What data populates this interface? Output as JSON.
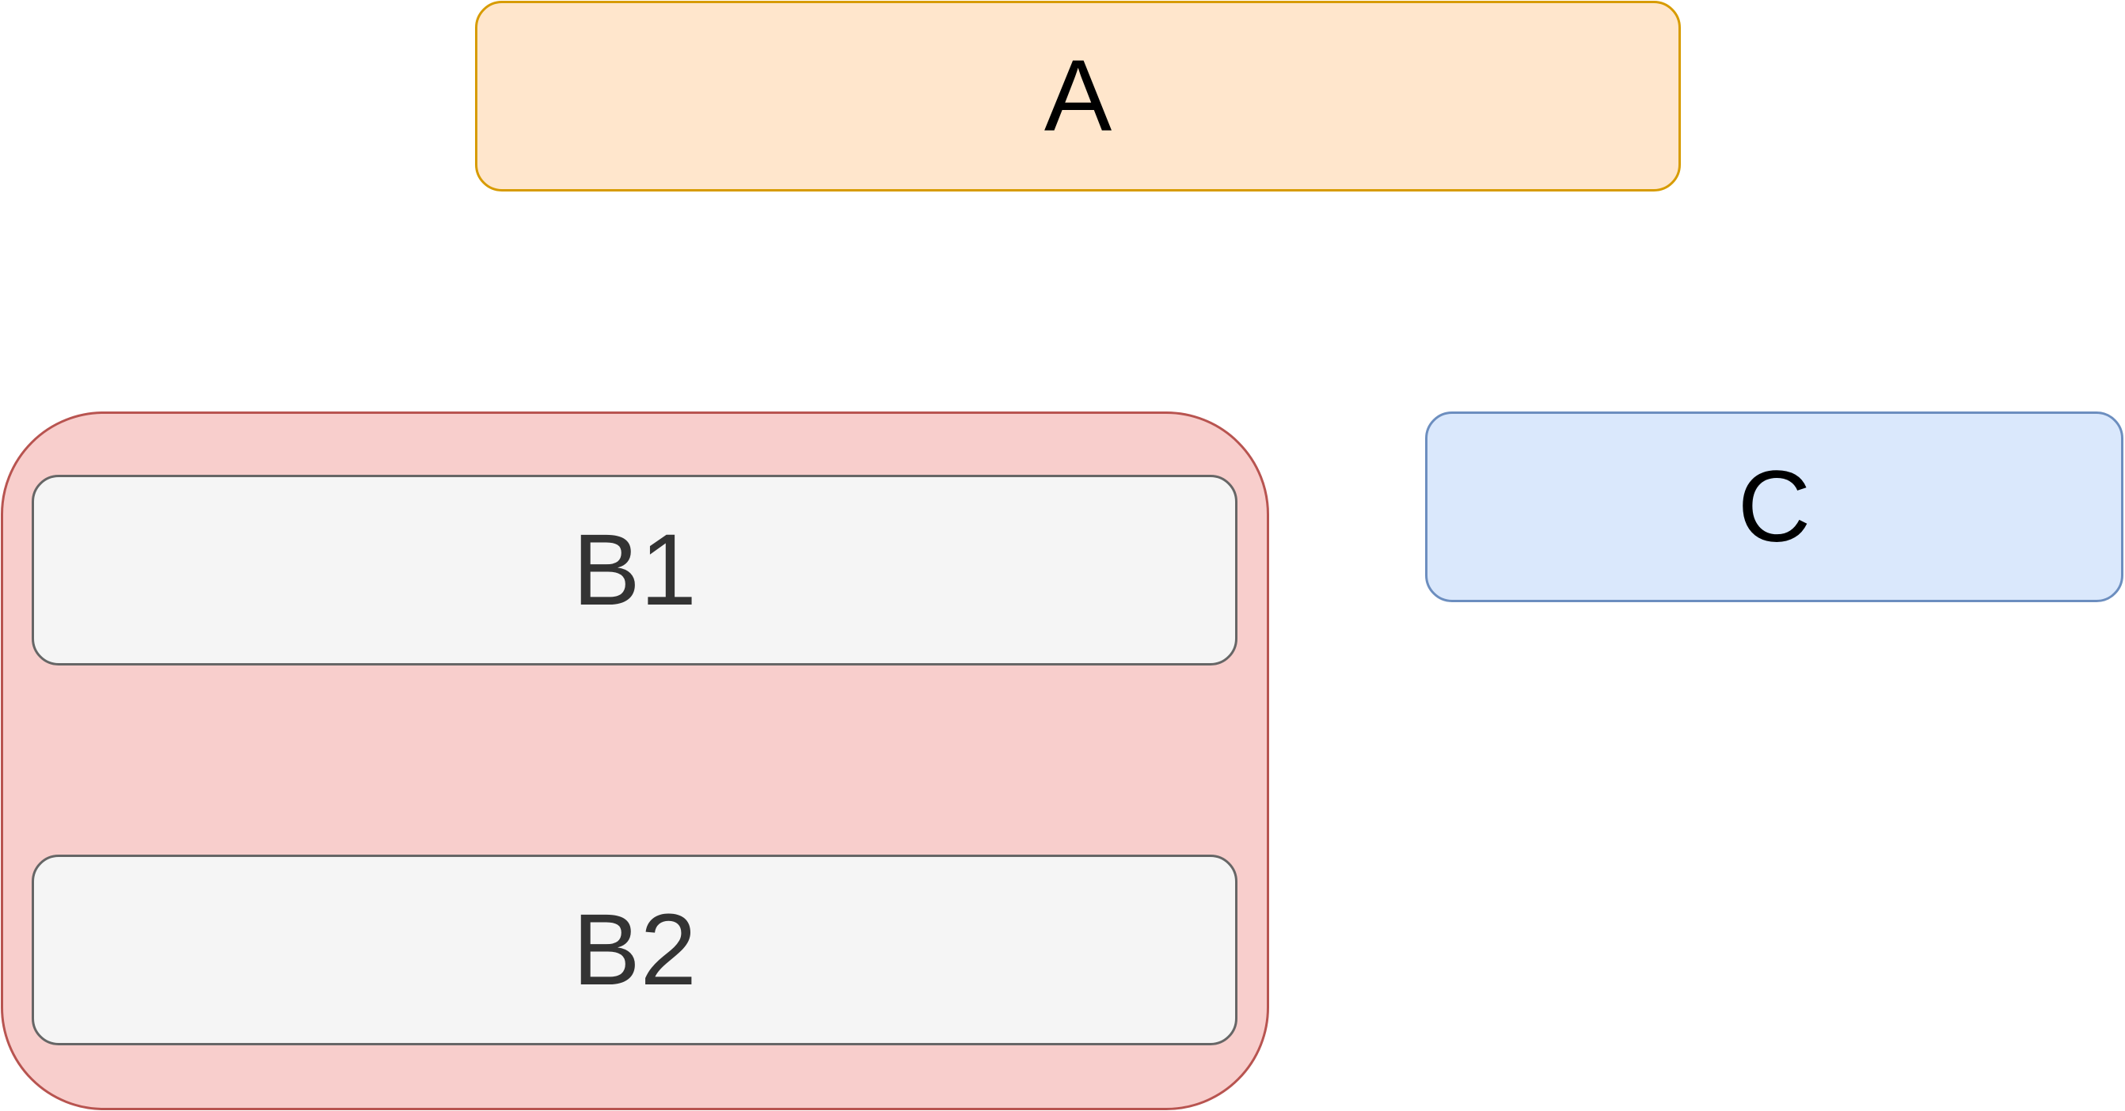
{
  "diagram": {
    "nodes": {
      "a": {
        "label": "A",
        "fill": "#ffe6cc",
        "stroke": "#d79b00",
        "text_color": "#000000"
      },
      "b": {
        "fill": "#f8cecc",
        "stroke": "#b85450",
        "children": [
          "b1",
          "b2"
        ]
      },
      "b1": {
        "label": "B1",
        "fill": "#f5f5f5",
        "stroke": "#666666",
        "text_color": "#333333"
      },
      "b2": {
        "label": "B2",
        "fill": "#f5f5f5",
        "stroke": "#666666",
        "text_color": "#333333"
      },
      "c": {
        "label": "C",
        "fill": "#dae8fc",
        "stroke": "#6c8ebf",
        "text_color": "#000000"
      }
    }
  }
}
